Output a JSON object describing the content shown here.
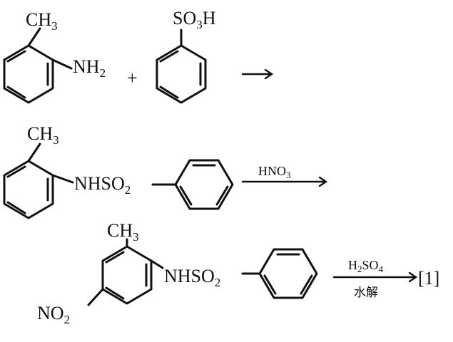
{
  "reaction_1": {
    "reactant_1": {
      "methyl_label": "CH",
      "methyl_sub": "3",
      "amine_label": "NH",
      "amine_sub": "2"
    },
    "plus": "+",
    "reactant_2": {
      "sulfonic_label_a": "SO",
      "sulfonic_sub": "3",
      "sulfonic_label_b": "H"
    }
  },
  "reaction_2": {
    "intermediate": {
      "methyl_label": "CH",
      "methyl_sub": "3",
      "sulfonamide_label": "NHSO",
      "sulfonamide_sub": "2"
    },
    "reagent": {
      "label": "HNO",
      "sub": "3"
    }
  },
  "reaction_3": {
    "intermediate": {
      "methyl_label": "CH",
      "methyl_sub": "3",
      "sulfonamide_label": "NHSO",
      "sulfonamide_sub": "2",
      "nitro_label": "NO",
      "nitro_sub": "2"
    },
    "reagent_above": {
      "label_a": "H",
      "sub_a": "2",
      "label_b": "SO",
      "sub_b": "4"
    },
    "reagent_below": "水解",
    "product": "[1]"
  }
}
